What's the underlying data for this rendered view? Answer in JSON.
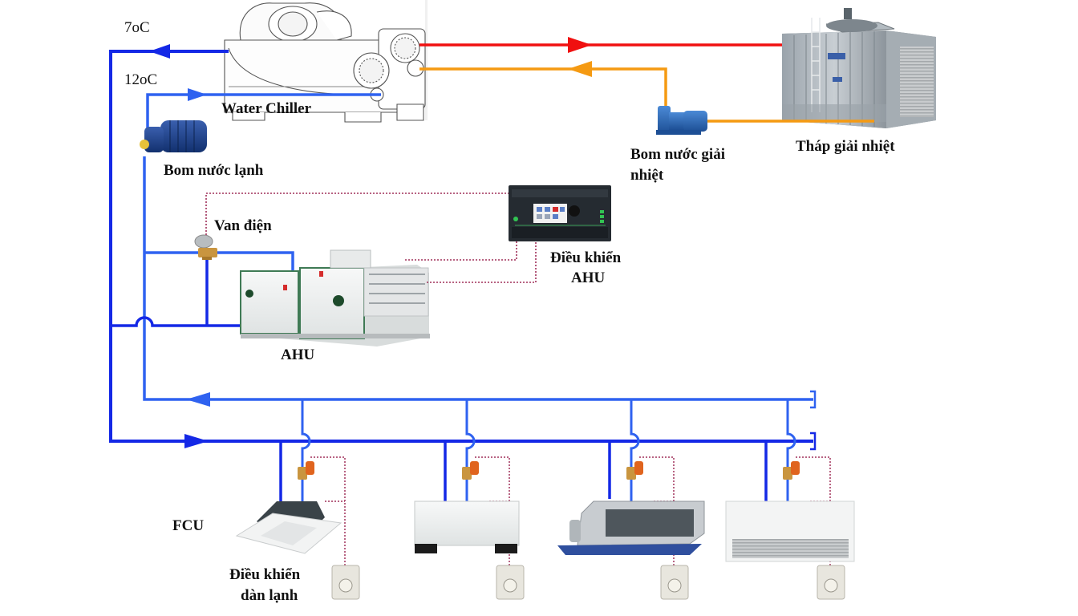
{
  "diagram": {
    "title": "Chilled water HVAC system schematic",
    "colors": {
      "chilled_supply": "#1428e6",
      "chilled_return": "#2f62f0",
      "condenser_supply": "#f01010",
      "condenser_return": "#f59a12",
      "control_wire": "#a0305a"
    },
    "labels": {
      "supply_temp": "7oC",
      "return_temp": "12oC",
      "chiller": "Water Chiller",
      "chilled_pump": "Bom nước lạnh",
      "condenser_pump_line1": "Bom nước giải",
      "condenser_pump_line2": "nhiệt",
      "cooling_tower": "Tháp giải nhiệt",
      "valve": "Van điện",
      "ahu_controller_line1": "Điều khiển",
      "ahu_controller_line2": "AHU",
      "ahu": "AHU",
      "fcu": "FCU",
      "fcu_controller_line1": "Điều khiển",
      "fcu_controller_line2": "dàn lạnh"
    },
    "fcu_units": [
      {
        "type": "ceiling-cassette"
      },
      {
        "type": "floor-standing"
      },
      {
        "type": "ducted-concealed"
      },
      {
        "type": "ceiling-suspended"
      }
    ]
  }
}
